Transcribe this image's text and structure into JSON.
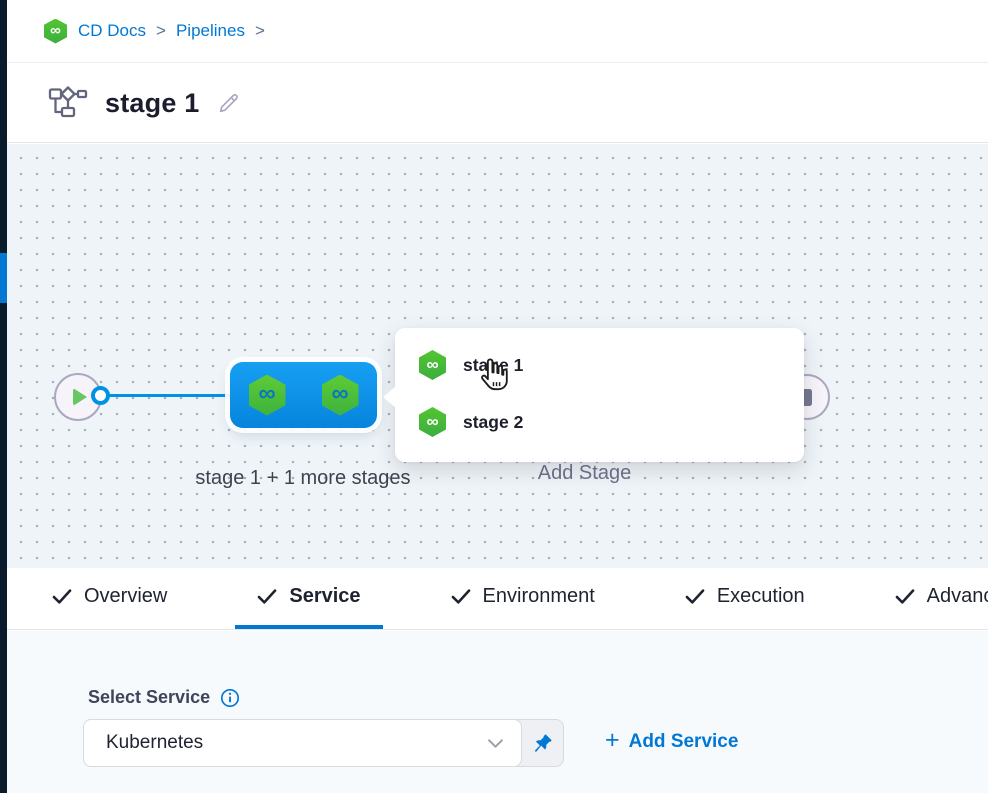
{
  "breadcrumb": {
    "logo_icon": "harness-infinity-hexagon-icon",
    "items": [
      {
        "label": "CD Docs"
      },
      {
        "label": "Pipelines"
      }
    ],
    "separator": ">"
  },
  "header": {
    "title": "stage 1",
    "title_icon": "pipeline-flowchart-icon",
    "edit_icon": "pencil-icon"
  },
  "canvas": {
    "start_node_icon": "play-icon",
    "end_node_icon": "stop-icon",
    "stage_group_node": {
      "icon": "stage-hexagon-icon",
      "infinity_glyph": "∞",
      "label": "stage 1 + 1 more stages"
    },
    "add_stage_label": "Add Stage",
    "popup": {
      "items": [
        {
          "icon": "stage-hexagon-icon",
          "label": "stage 1"
        },
        {
          "icon": "stage-hexagon-icon",
          "label": "stage 2"
        }
      ],
      "cursor": "hand-pointer-cursor-icon"
    }
  },
  "tabs": [
    {
      "icon": "check-icon",
      "label": "Overview",
      "active": false
    },
    {
      "icon": "check-icon",
      "label": "Service",
      "active": true
    },
    {
      "icon": "check-icon",
      "label": "Environment",
      "active": false
    },
    {
      "icon": "check-icon",
      "label": "Execution",
      "active": false
    },
    {
      "icon": "check-icon",
      "label": "Advanced",
      "active": false
    }
  ],
  "service_panel": {
    "label": "Select Service",
    "info_icon": "info-icon",
    "select_value": "Kubernetes",
    "chevron_icon": "chevron-down-icon",
    "pin_icon": "pin-icon",
    "add_service": {
      "plus_glyph": "+",
      "label": "Add Service"
    }
  },
  "colors": {
    "primary_blue": "#0278d5",
    "connector_blue": "#0092e4",
    "node_blue": "#0b90e7",
    "harness_green": "#42b73d",
    "canvas_bg": "#eef4f8",
    "rail_dark": "#0a1b2b",
    "text_dark": "#1f2130",
    "text_muted": "#70728a"
  }
}
